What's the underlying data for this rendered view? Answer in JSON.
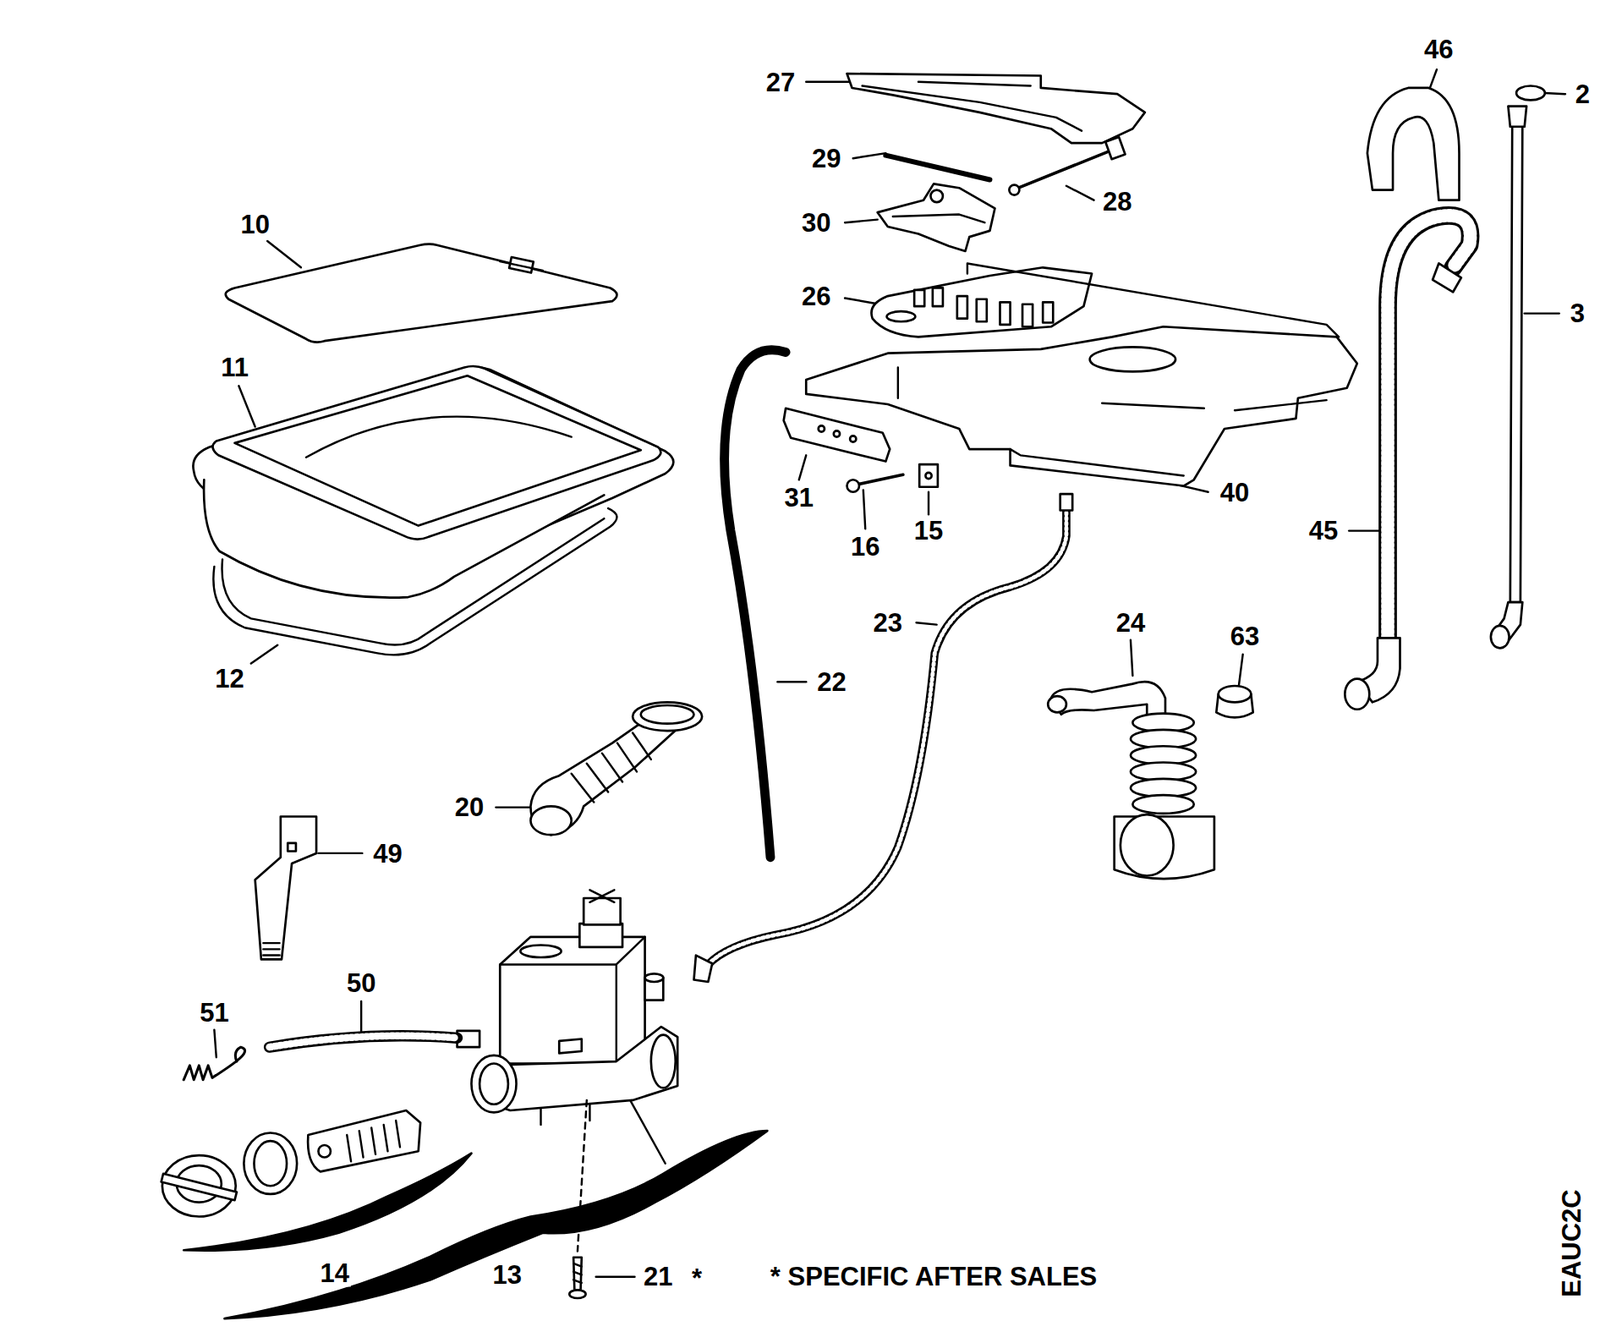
{
  "diagram": {
    "labels": [
      "27",
      "29",
      "28",
      "30",
      "46",
      "2",
      "3",
      "10",
      "26",
      "11",
      "31",
      "16",
      "15",
      "40",
      "45",
      "23",
      "24",
      "63",
      "12",
      "22",
      "20",
      "49",
      "50",
      "51",
      "14",
      "13",
      "21",
      "*",
      "* SPECIFIC AFTER SALES",
      "EAUC2C"
    ]
  }
}
